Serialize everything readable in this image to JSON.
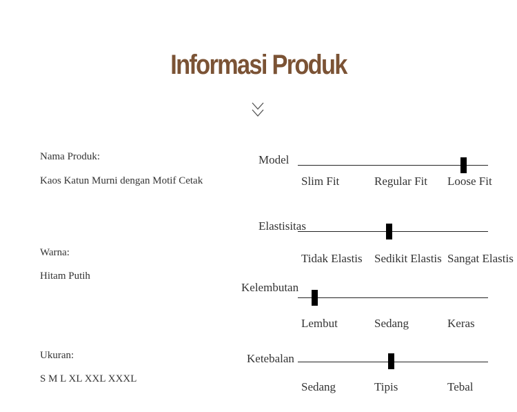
{
  "title": "Informasi Produk",
  "product": {
    "name_label": "Nama Produk:",
    "name_value": "Kaos Katun Murni dengan Motif Cetak",
    "color_label": "Warna:",
    "color_value": "Hitam Putih",
    "size_label": "Ukuran:",
    "size_value": "S M L XL XXL XXXL"
  },
  "attributes": [
    {
      "label": "Model",
      "options": [
        "Slim Fit",
        "Regular Fit",
        "Loose Fit"
      ],
      "level": 0.87
    },
    {
      "label": "Elastisitas",
      "options": [
        "Tidak Elastis",
        "Sedikit Elastis",
        "Sangat Elastis"
      ],
      "level": 0.48
    },
    {
      "label": "Kelembutan",
      "options": [
        "Lembut",
        "Sedang",
        "Keras"
      ],
      "level": 0.09
    },
    {
      "label": "Ketebalan",
      "options": [
        "Sedang",
        "Tipis",
        "Tebal"
      ],
      "level": 0.49
    }
  ],
  "colors": {
    "title": "#7b5335",
    "text": "#333333",
    "thumb": "#000000"
  },
  "icons": {
    "header": "double-chevron-down-icon"
  }
}
